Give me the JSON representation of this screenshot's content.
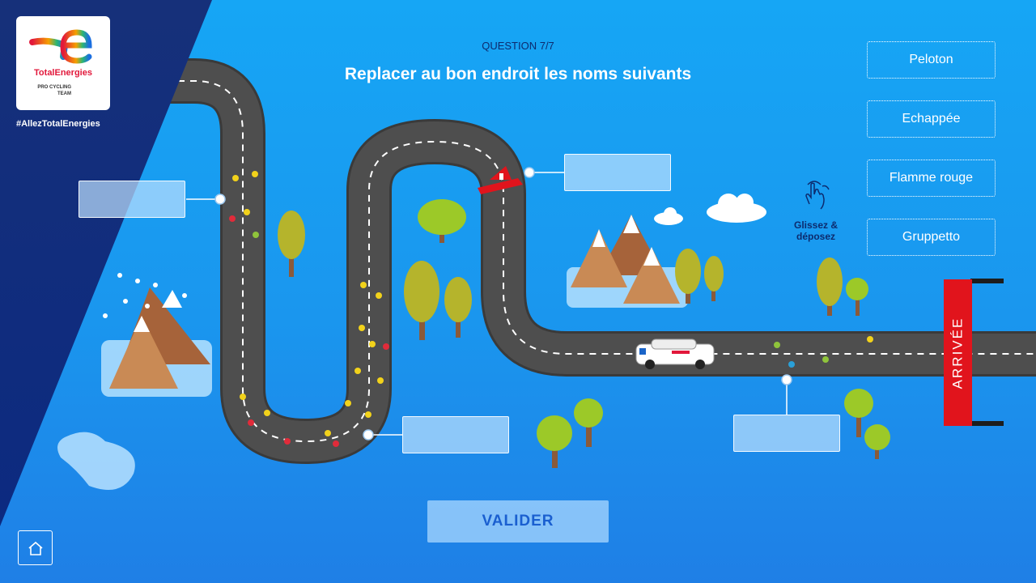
{
  "brand": {
    "name": "TotalEnergies",
    "subtitle_line1": "PRO CYCLING",
    "subtitle_line2": "TEAM",
    "hashtag": "#AllezTotalEnergies"
  },
  "question": {
    "number": "QUESTION 7/7",
    "title": "Replacer au bon endroit les noms suivants"
  },
  "words": [
    "Peloton",
    "Echappée",
    "Flamme rouge",
    "Gruppetto"
  ],
  "hint": {
    "line1": "Glissez &",
    "line2": "déposez"
  },
  "finish_label": "ARRIVÉE",
  "validate_label": "VALIDER",
  "colors": {
    "navy": "#0d2b6e",
    "finish": "#e1141c",
    "road": "#4a4a4a"
  }
}
